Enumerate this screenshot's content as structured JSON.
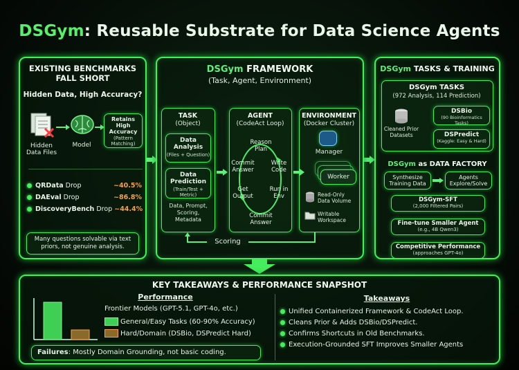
{
  "title": {
    "brand": "DSGym",
    "rest": ": Reusable Substrate for Data Science Agents"
  },
  "left": {
    "heading_line1": "EXISTING BENCHMARKS",
    "heading_line2": "FALL SHORT",
    "subheading": "Hidden Data, High Accuracy?",
    "hidden_line1": "Hidden",
    "hidden_line2": "Data Files",
    "model_label": "Model",
    "retains_line1": "Retains High",
    "retains_line2": "Accuracy",
    "retains_note": "(Pattern Matching)",
    "drops": [
      {
        "name": "QRData",
        "suffix": "Drop",
        "value": "~40.5%"
      },
      {
        "name": "DAEval",
        "suffix": "Drop",
        "value": "~86.8%"
      },
      {
        "name": "DiscoveryBench",
        "suffix": "Drop",
        "value": "~44.4%"
      }
    ],
    "note": "Many questions solvable via text priors, not genuine analysis."
  },
  "framework": {
    "brand": "DSGym",
    "heading": "FRAMEWORK",
    "subheading": "(Task, Agent, Environment)",
    "task_title": "TASK",
    "task_sub": "(Object)",
    "data_analysis": "Data Analysis",
    "data_analysis_note": "(Files + Question)",
    "data_prediction": "Data Prediction",
    "data_prediction_note": "(Train/Test + Metric)",
    "task_footer": "Data, Prompt, Scoring, Metadata",
    "agent_title": "AGENT",
    "agent_sub": "(CodeAct Loop)",
    "loop": {
      "reason": "Reason",
      "plan": "Plan",
      "write": "Write",
      "code": "Code",
      "run": "Run in",
      "env": "Env",
      "commit_bottom_1": "Commit",
      "commit_bottom_2": "Answer",
      "get": "Get",
      "output": "Output",
      "commit_top_1": "Commit",
      "commit_top_2": "Answer"
    },
    "env_title": "ENVIRONMENT",
    "env_sub": "(Docker Cluster)",
    "manager": "Manager",
    "worker": "Worker",
    "readonly": "Read-Only Data Volume",
    "writable": "Writable Workspace",
    "scoring": "Scoring"
  },
  "right": {
    "brand": "DSGym",
    "heading": "TASKS & TRAINING",
    "tasks_title": "DSGym TASKS",
    "tasks_sub": "(972 Analysis, 114 Prediction)",
    "cleaned": "Cleaned Prior Datasets",
    "dsbio": "DSBio",
    "dsbio_note": "(90 Bioinformatics Tasks)",
    "dspredict": "DSPredict",
    "dspredict_note": "(Kaggle: Easy & Hard)",
    "factory_brand": "DSGym",
    "factory_heading": "as DATA FACTORY",
    "synth": "Synthesize Training Data",
    "agents": "Agents Explore/Solve",
    "sft": "DSGym-SFT",
    "sft_note": "(2,000 Filtered Pairs)",
    "finetune": "Fine-tune Smaller Agent",
    "finetune_note": "(e.g., 4B Qwen3)",
    "competitive": "Competitive Performance",
    "competitive_note": "(approaches GPT-4o)"
  },
  "bottom": {
    "heading": "KEY TAKEAWAYS & PERFORMANCE SNAPSHOT",
    "performance": "Performance",
    "frontier": "Frontier Models (GPT-5.1, GPT-4o, etc.)",
    "legend_easy": "General/Easy Tasks (60-90% Accuracy)",
    "legend_hard": "Hard/Domain (DSBio, DSPredict Hard)",
    "failures_label": "Failures",
    "failures_text": ": Mostly Domain Grounding, not basic coding.",
    "takeaways_title": "Takeaways",
    "takeaways": [
      "Unified Containerized Framework & CodeAct Loop.",
      "Cleans Prior & Adds DSBio/DSPredict.",
      "Confirms Shortcuts in Old Benchmarks.",
      "Execution-Grounded SFT Improves Smaller Agents"
    ]
  },
  "colors": {
    "accent": "#3ff25a",
    "warning": "#f5a04a",
    "alert": "#ff4040"
  }
}
